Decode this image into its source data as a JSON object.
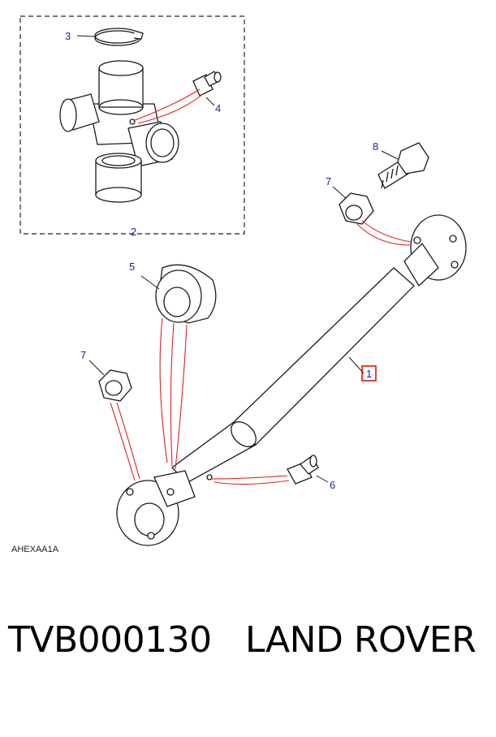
{
  "diagram": {
    "callouts": {
      "c1": "1",
      "c2": "2",
      "c3": "3",
      "c4": "4",
      "c5": "5",
      "c6": "6",
      "c7a": "7",
      "c7b": "7",
      "c8": "8"
    },
    "drawing_code": "AHEXAA1A",
    "highlighted_callout": "1",
    "colors": {
      "line": "#1a1a1a",
      "leader_red": "#e02020",
      "callout_text": "#1a2a8a",
      "highlight_box": "#e00000"
    }
  },
  "caption": {
    "part_number": "TVB000130",
    "brand": "LAND ROVER"
  }
}
